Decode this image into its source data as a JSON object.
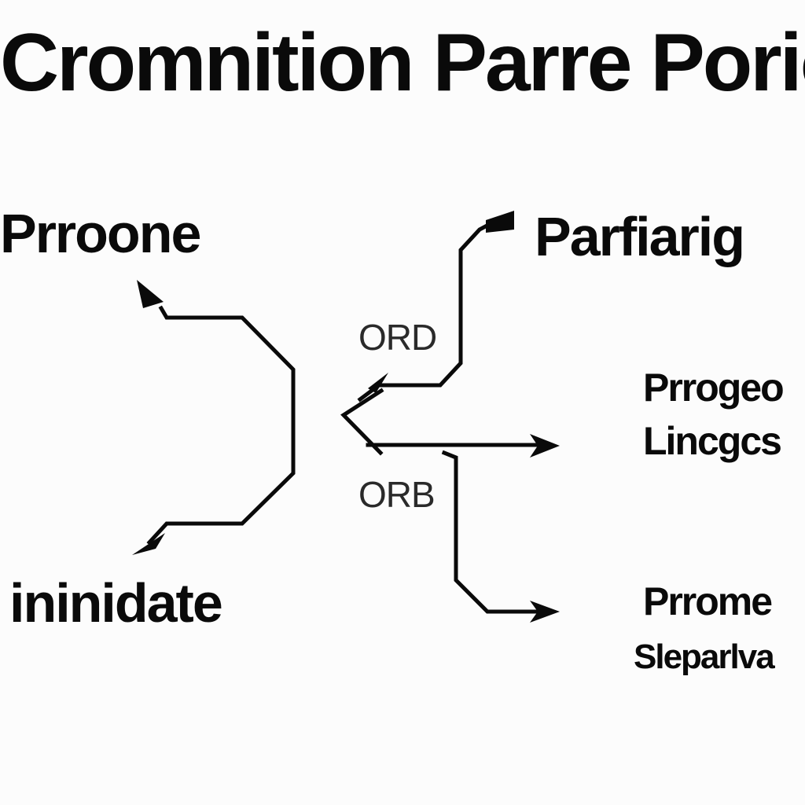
{
  "diagram": {
    "title": "Cromnition Parre Porion",
    "nodes": {
      "top_left": "Prroone",
      "bottom_left": "ininidate",
      "top_right": "Parfiarig",
      "mid_right_line1": "Prrogeo",
      "mid_right_line2": "Lincgcs",
      "bottom_right_line1": "Prrome",
      "bottom_right_line2": "Sleparlva"
    },
    "junction_labels": {
      "upper": "ORD",
      "lower": "ORB"
    },
    "colors": {
      "ink": "#0a0a0a",
      "background": "#fcfcfc"
    }
  }
}
